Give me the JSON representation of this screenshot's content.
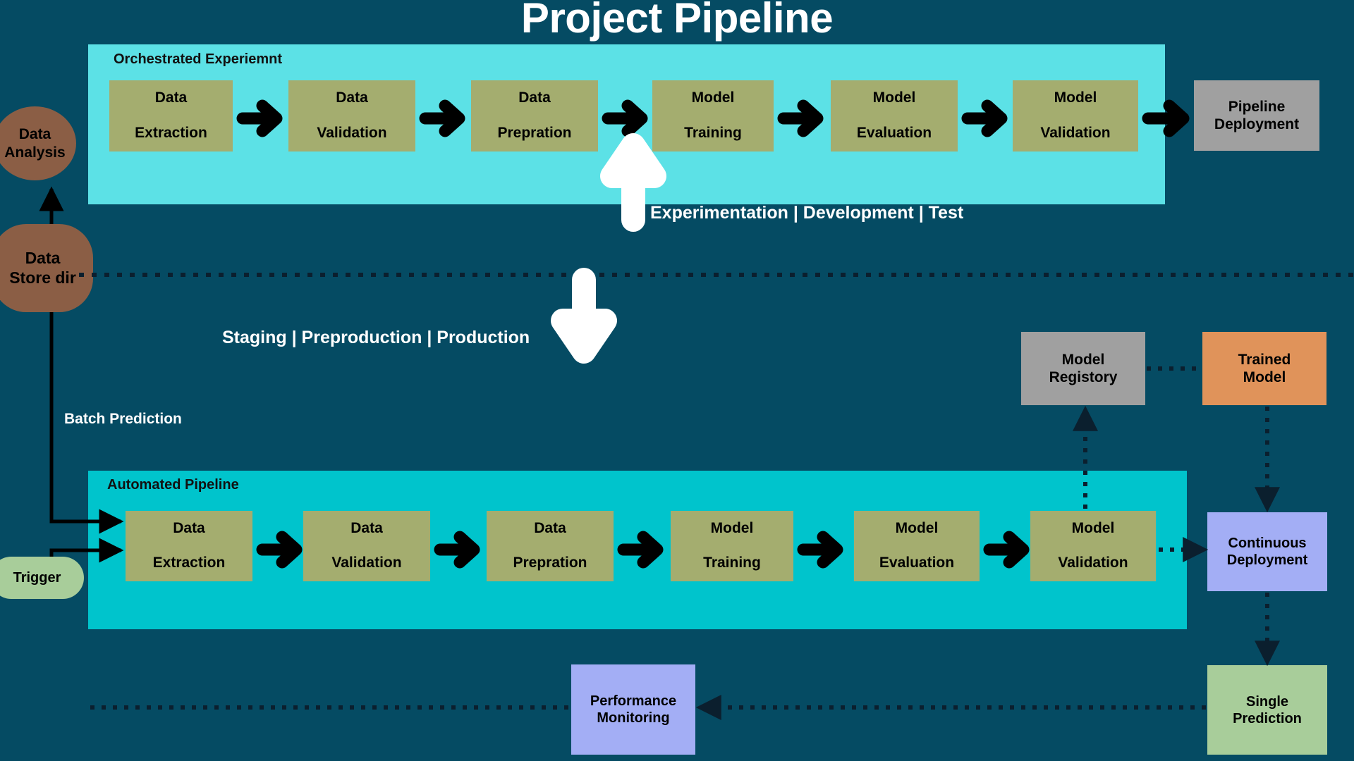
{
  "title": "Project Pipeline",
  "colors": {
    "background": "#054b63",
    "orchestrated_panel": "#5ce1e6",
    "automated_panel": "#00c4cc",
    "stage_box": "#a4ad6f",
    "registry_gray": "#a0a0a0",
    "trained_model_orange": "#e0935a",
    "deployment_periwinkle": "#a3aef5",
    "prediction_green": "#a8cd9a",
    "data_store_brown": "#8b5e45",
    "title_text": "#ffffff",
    "body_text": "#000000"
  },
  "orchestrated": {
    "panel_title": "Orchestrated Experiemnt",
    "stages": [
      {
        "line1": "Data",
        "line2": "Extraction"
      },
      {
        "line1": "Data",
        "line2": "Validation"
      },
      {
        "line1": "Data",
        "line2": "Prepration"
      },
      {
        "line1": "Model",
        "line2": "Training"
      },
      {
        "line1": "Model",
        "line2": "Evaluation"
      },
      {
        "line1": "Model",
        "line2": "Validation"
      }
    ],
    "output": {
      "line1": "Pipeline",
      "line2": "Deployment"
    }
  },
  "automated": {
    "panel_title": "Automated Pipeline",
    "stages": [
      {
        "line1": "Data",
        "line2": "Extraction"
      },
      {
        "line1": "Data",
        "line2": "Validation"
      },
      {
        "line1": "Data",
        "line2": "Prepration"
      },
      {
        "line1": "Model",
        "line2": "Training"
      },
      {
        "line1": "Model",
        "line2": "Evaluation"
      },
      {
        "line1": "Model",
        "line2": "Validation"
      }
    ]
  },
  "nodes": {
    "data_analysis": {
      "line1": "Data",
      "line2": "Analysis"
    },
    "data_store": {
      "line1": "Data",
      "line2": "Store dir"
    },
    "trigger": {
      "line1": "Trigger",
      "line2": ""
    },
    "model_registry": {
      "line1": "Model",
      "line2": "Registory"
    },
    "trained_model": {
      "line1": "Trained",
      "line2": "Model"
    },
    "continuous_deployment": {
      "line1": "Continuous",
      "line2": "Deployment"
    },
    "single_prediction": {
      "line1": "Single",
      "line2": "Prediction"
    },
    "performance_monitoring": {
      "line1": "Performance",
      "line2": "Monitoring"
    }
  },
  "labels": {
    "experimentation": "Experimentation | Development | Test",
    "staging": "Staging | Preproduction | Production",
    "batch_prediction": "Batch Prediction"
  }
}
